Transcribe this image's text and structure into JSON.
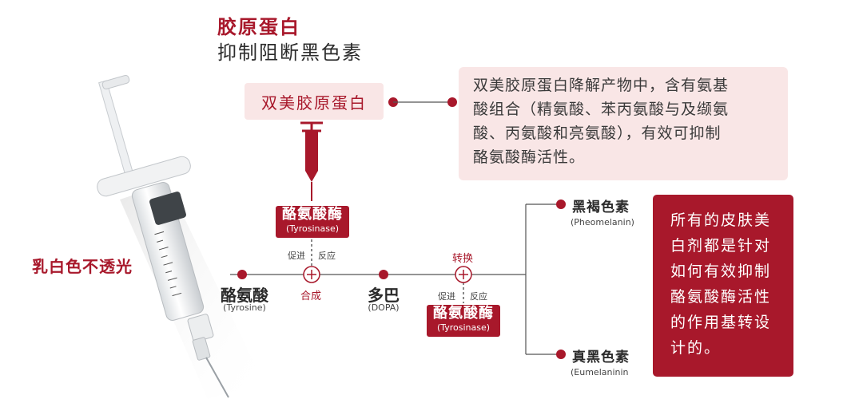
{
  "header": {
    "title": "胶原蛋白",
    "subtitle": "抑制阻断黑色素"
  },
  "collagen_label": "双美胶原蛋白",
  "info_box": {
    "lines": [
      "双美胶原蛋白降解产物中，含有氨基",
      "酸组合（精氨酸、苯丙氨酸与及缬氨",
      "酸、丙氨酸和亮氨酸），有效可抑制",
      "酪氨酸酶活性。"
    ]
  },
  "enzyme_top": {
    "zh": "酪氨酸酶",
    "en": "(Tyrosinase)"
  },
  "enzyme_bottom": {
    "zh": "酪氨酸酶",
    "en": "(Tyrosinase)"
  },
  "promote_left": "促进",
  "react_left": "反应",
  "promote_right": "促进",
  "react_right": "反应",
  "synthesis": "合成",
  "conversion": "转换",
  "tyrosine": {
    "zh": "酪氨酸",
    "en": "(Tyrosine)"
  },
  "dopa": {
    "zh": "多巴",
    "en": "(DOPA)"
  },
  "pheomelanin": {
    "zh": "黑褐色素",
    "en": "(Pheomelanin)"
  },
  "eumelanin": {
    "zh": "真黑色素",
    "en": "(Eumelaninin"
  },
  "side_box": {
    "lines": [
      "所有的皮肤美",
      "白剂都是针对",
      "如何有效抑制",
      "酪氨酸酶活性",
      "的作用基转设",
      "计的。"
    ]
  },
  "syringe_label": "乳白色不透光",
  "colors": {
    "brand_red": "#a8182b",
    "light_pink": "#f9e6e6",
    "text_dark": "#2b2b2b"
  },
  "icons": [
    "syringe-icon",
    "plus-circle-icon",
    "dot-icon"
  ]
}
